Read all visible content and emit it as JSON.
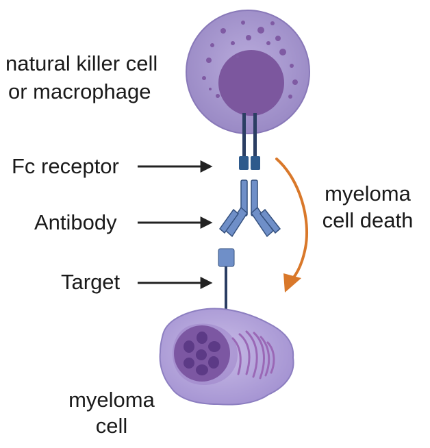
{
  "labels": {
    "effector_cell_line1": "natural killer cell",
    "effector_cell_line2": "or macrophage",
    "fc_receptor": "Fc receptor",
    "antibody": "Antibody",
    "target": "Target",
    "outcome_line1": "myeloma",
    "outcome_line2": "cell death",
    "myeloma_cell_line1": "myeloma",
    "myeloma_cell_line2": "cell"
  },
  "colors": {
    "effector_cytoplasm": "#a898cf",
    "effector_nucleus": "#7c579e",
    "effector_granule": "#7f5aa3",
    "receptor_stalk": "#2b3e63",
    "receptor_block": "#2e5a8c",
    "antibody_fill": "#6f8fc8",
    "antibody_stroke": "#34507e",
    "target_block": "#6f8fc8",
    "myeloma_cytoplasm": "#b6a7da",
    "myeloma_nucleus": "#7c57a2",
    "myeloma_er": "#9d6db8",
    "arrow": "#222222",
    "death_arrow": "#d9782a"
  },
  "icons": [
    "effector-cell-icon",
    "fc-receptor-icon",
    "antibody-icon",
    "target-antigen-icon",
    "myeloma-cell-icon",
    "pointer-arrow-icon",
    "curved-arrow-icon"
  ]
}
